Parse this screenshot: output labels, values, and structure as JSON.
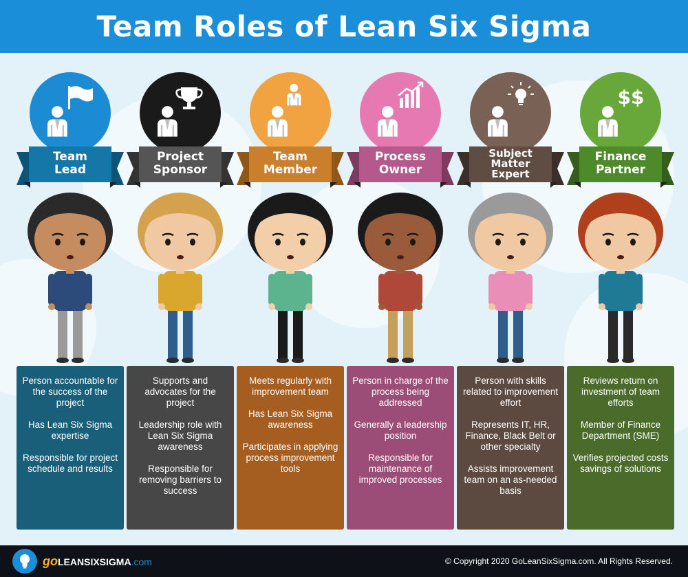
{
  "header": {
    "title": "Team Roles of Lean Six Sigma"
  },
  "roles": [
    {
      "id": "team-lead",
      "title": "Team\nLead",
      "icon": "flag-icon",
      "circle_color": "#1b8bd3",
      "banner_color": "#1577a8",
      "banner_dark": "#0d5479",
      "box_color": "#1a5f7a",
      "hair": "#2a2a2a",
      "skin": "#c58c5f",
      "shirt": "#2d4b7a",
      "pants": "#9a9a9a",
      "bullets": [
        "Person accountable for the success of the project",
        "Has Lean Six Sigma expertise",
        "Responsible for project schedule and results"
      ]
    },
    {
      "id": "project-sponsor",
      "title": "Project\nSponsor",
      "icon": "trophy-icon",
      "circle_color": "#1a1a1a",
      "banner_color": "#555555",
      "banner_dark": "#333333",
      "box_color": "#474747",
      "hair": "#d4a24c",
      "skin": "#f0c9a2",
      "shirt": "#d9a62e",
      "pants": "#2f5d8c",
      "bullets": [
        "Supports and advocates for the project",
        "Leadership role with Lean Six Sigma awareness",
        "Responsible for removing barriers to success"
      ]
    },
    {
      "id": "team-member",
      "title": "Team\nMember",
      "icon": "team-icon",
      "circle_color": "#f0a340",
      "banner_color": "#c97f2b",
      "banner_dark": "#8f5818",
      "box_color": "#a55e20",
      "hair": "#1a1a1a",
      "skin": "#f2cfa9",
      "shirt": "#5bb48e",
      "pants": "#1a1a1a",
      "bullets": [
        "Meets regularly with improvement team",
        "Has Lean Six Sigma awareness",
        "Participates in applying process improvement tools"
      ]
    },
    {
      "id": "process-owner",
      "title": "Process\nOwner",
      "icon": "chart-icon",
      "circle_color": "#e779b2",
      "banner_color": "#b5588c",
      "banner_dark": "#7e3a61",
      "box_color": "#9c4d77",
      "hair": "#1a1a1a",
      "skin": "#9a5b3a",
      "shirt": "#b0483a",
      "pants": "#c5a05a",
      "bullets": [
        "Person in charge of the process being addressed",
        "Generally a leadership position",
        "Responsible for maintenance of improved processes"
      ]
    },
    {
      "id": "subject-matter-expert",
      "title": "Subject\nMatter\nExpert",
      "icon": "lightbulb-icon",
      "circle_color": "#7a6155",
      "banner_color": "#5f4d44",
      "banner_dark": "#3c2f29",
      "box_color": "#5c4a40",
      "hair": "#9a9a9a",
      "skin": "#f0c9a2",
      "shirt": "#e98fb7",
      "pants": "#2f5d8c",
      "bullets": [
        "Person with skills related to improvement effort",
        "Represents IT, HR, Finance, Black Belt or other specialty",
        "Assists improvement team on an as-needed basis"
      ]
    },
    {
      "id": "finance-partner",
      "title": "Finance\nPartner",
      "icon": "dollar-icon",
      "circle_color": "#68a83a",
      "banner_color": "#4f8a2a",
      "banner_dark": "#345e1b",
      "box_color": "#4a6b2a",
      "hair": "#b0401c",
      "skin": "#f0c9a2",
      "shirt": "#1f7a96",
      "pants": "#2a2a2a",
      "bullets": [
        "Reviews return on investment of team efforts",
        "Member of Finance Department (SME)",
        "Verifies projected costs savings of solutions"
      ]
    }
  ],
  "footer": {
    "logo_go": "go",
    "logo_main": "LEANSIXSIGMA",
    "logo_com": ".com",
    "copyright": "© Copyright 2020 GoLeanSixSigma.com. All Rights Reserved."
  }
}
